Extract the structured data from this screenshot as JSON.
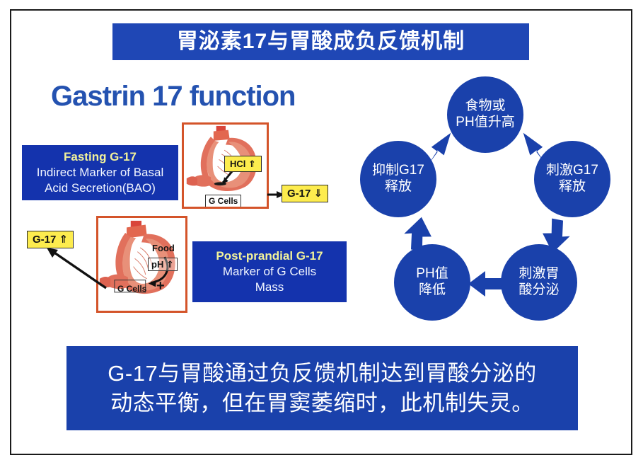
{
  "slide": {
    "title": "胃泌素17与胃酸成负反馈机制",
    "heading": "Gastrin 17 function",
    "accent_blue": "#1a41ab",
    "title_blue": "#1f47b5",
    "heading_blue": "#2452b0",
    "label_yellow": "#fdec4e",
    "panel_orange": "#d4542a",
    "box_title_yellow": "#f2f29a"
  },
  "fasting_box": {
    "title": "Fasting G-17",
    "line1": "Indirect Marker of Basal",
    "line2": "Acid Secretion(BAO)"
  },
  "postprandial_box": {
    "title": "Post-prandial G-17",
    "line1": "Marker of G Cells",
    "line2": "Mass"
  },
  "stomach_top": {
    "hcl_label": "HCl ⇑",
    "gcells_label": "G Cells",
    "output_label": "G-17 ⇓"
  },
  "stomach_bottom": {
    "food_label": "Food",
    "ph_label": "pH ⇑",
    "gcells_label": "G Cells",
    "plus_label": "+",
    "output_label": "G-17 ⇑"
  },
  "cycle": {
    "nodes": [
      {
        "id": "food-ph-rise",
        "line1": "食物或",
        "line2": "PH值升高"
      },
      {
        "id": "stimulate-g17",
        "line1": "刺激G17",
        "line2": "释放"
      },
      {
        "id": "stimulate-acid",
        "line1": "刺激胃",
        "line2": "酸分泌"
      },
      {
        "id": "ph-drop",
        "line1": "PH值",
        "line2": "降低"
      },
      {
        "id": "inhibit-g17",
        "line1": "抑制G17",
        "line2": "释放"
      }
    ]
  },
  "conclusion": {
    "line1": "G-17与胃酸通过负反馈机制达到胃酸分泌的",
    "line2": "动态平衡，但在胃窦萎缩时，此机制失灵。"
  }
}
